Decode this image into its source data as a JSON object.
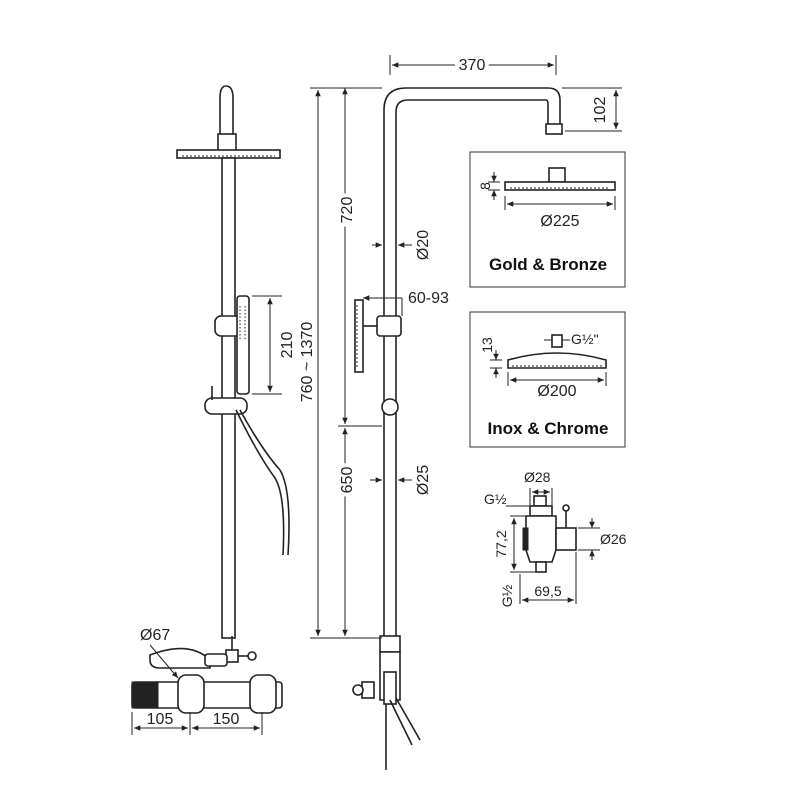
{
  "dimensions": {
    "arm_width": "370",
    "arm_drop": "102",
    "upper_height": "720",
    "total_height": "760 ~ 1370",
    "lower_height": "650",
    "hand_shower_length": "210",
    "pipe_upper_dia": "Ø20",
    "wall_bracket": "60-93",
    "pipe_lower_dia": "Ø25",
    "mixer_dia": "Ø67",
    "mixer_left": "105",
    "mixer_right": "150"
  },
  "variant_gold": {
    "title": "Gold & Bronze",
    "head_thickness": "8",
    "head_diameter": "Ø225"
  },
  "variant_inox": {
    "title": "Inox & Chrome",
    "head_thickness": "13",
    "thread": "G½\"",
    "head_diameter": "Ø200"
  },
  "diverter": {
    "thread_top": "G½",
    "dia_top": "Ø28",
    "height": "77,2",
    "dia_side": "Ø26",
    "thread_bottom": "G½",
    "width": "69,5"
  }
}
